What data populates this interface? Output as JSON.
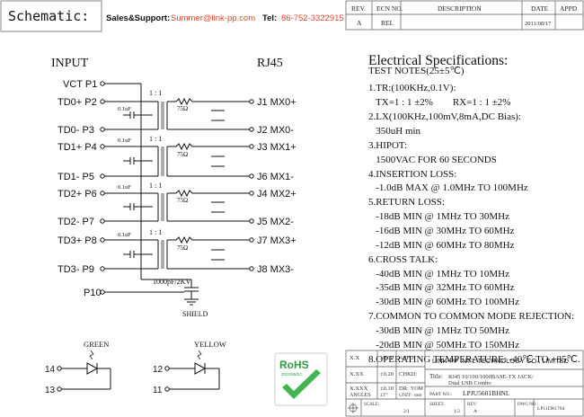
{
  "header": {
    "schematic_label": "Schematic:",
    "sales_label": "Sales&Support:",
    "email": "Summer@link-pp.com",
    "tel_label": "Tel:",
    "tel": "86-752-3322915",
    "rev_table": {
      "headers": [
        "REV.",
        "ECN NO.",
        "DESCRIPTION",
        "DATE",
        "APPD"
      ],
      "row": [
        "A",
        "REL",
        "",
        "2011/08/17",
        ""
      ]
    }
  },
  "schematic": {
    "input_title": "INPUT",
    "output_title": "RJ45",
    "vct": "VCT P1",
    "left_pins": [
      "TD0+ P2",
      "TD0- P3",
      "TD1+ P4",
      "TD1- P5",
      "TD2+ P6",
      "TD2- P7",
      "TD3+ P8",
      "TD3- P9"
    ],
    "right_pins": [
      "J1 MX0+",
      "J2 MX0-",
      "J3 MX1+",
      "J6 MX1-",
      "J4 MX2+",
      "J5 MX2-",
      "J7 MX3+",
      "J8 MX3-"
    ],
    "p10": "P10",
    "ratio": "1 : 1",
    "resistor": "75Ω",
    "cap": "0.1uF",
    "bulk_cap": "1000pF/2KV",
    "shield": "SHIELD",
    "green_label": "GREEN",
    "yellow_label": "YELLOW",
    "led_pins": [
      "14",
      "13",
      "12",
      "11"
    ]
  },
  "specs": {
    "title": "Electrical Specifications:",
    "lines": [
      "TEST NOTES(25±5℃)",
      "1.TR:(100KHz,0.1V):",
      "   TX=1 : 1 ±2%        RX=1 : 1 ±2%",
      "2.LX(100KHz,100mV,8mA,DC Bias):",
      "   350uH min",
      "3.HIPOT:",
      "   1500VAC FOR 60 SECONDS",
      "4.INSERTION LOSS:",
      "   -1.0dB MAX @ 1.0MHz TO 100MHz",
      "5.RETURN LOSS:",
      "   -18dB MIN @ 1MHz TO 30MHz",
      "   -16dB MIN @ 30MHz TO 60MHz",
      "   -12dB MIN @ 60MHz TO 80MHz",
      "6.CROSS TALK:",
      "   -40dB MIN @ 1MHz TO 10MHz",
      "   -35dB MIN @ 32MHz TO 60MHz",
      "   -30dB MIN @ 60MHz TO 100MHz",
      "7.COMMON TO COMMON MODE REJECTION:",
      "   -30dB MIN @ 1MHz TO 50MHz",
      "   -20dB MIN @ 50MHz TO 150MHz",
      "8.OPERATING TEMPERATURE: -40℃ TO +85℃."
    ]
  },
  "rohs": {
    "text": "RoHS",
    "sub": "2002/95/EC"
  },
  "titleblock": {
    "tol_x": "X.X",
    "tol_x_v": "±0.30",
    "tol_xx": "X.XX",
    "tol_xx_v": "±0.20",
    "tol_xxx": "X.XXX",
    "tol_xxx_v": "±0.10",
    "angles": "ANGLES",
    "angles_v": "±1°",
    "appd": "APPD:",
    "chkd": "CHKD:",
    "dr": "DR:",
    "dr_v": "YOM",
    "unit": "UNIT:",
    "unit_v": "mm",
    "scale": "SCALE:",
    "scale_v": "2/1",
    "sheet": "SHEET:",
    "sheet_v": "1/2",
    "company": "LINK-PP INT'L TECHNOLOGY CO., LIMITED",
    "title_label": "Title:",
    "title_line1": "RJ45 10/100/1000BASE-TX JACK/",
    "title_line2": "Dual USB Combo",
    "partno_label": "PART NO.:",
    "partno": "LPJU5601BHNL",
    "rev_label": "REV:",
    "rev_v": "A",
    "dwg_label": "DWG NO.:",
    "dwg": "LP11DR1704"
  }
}
